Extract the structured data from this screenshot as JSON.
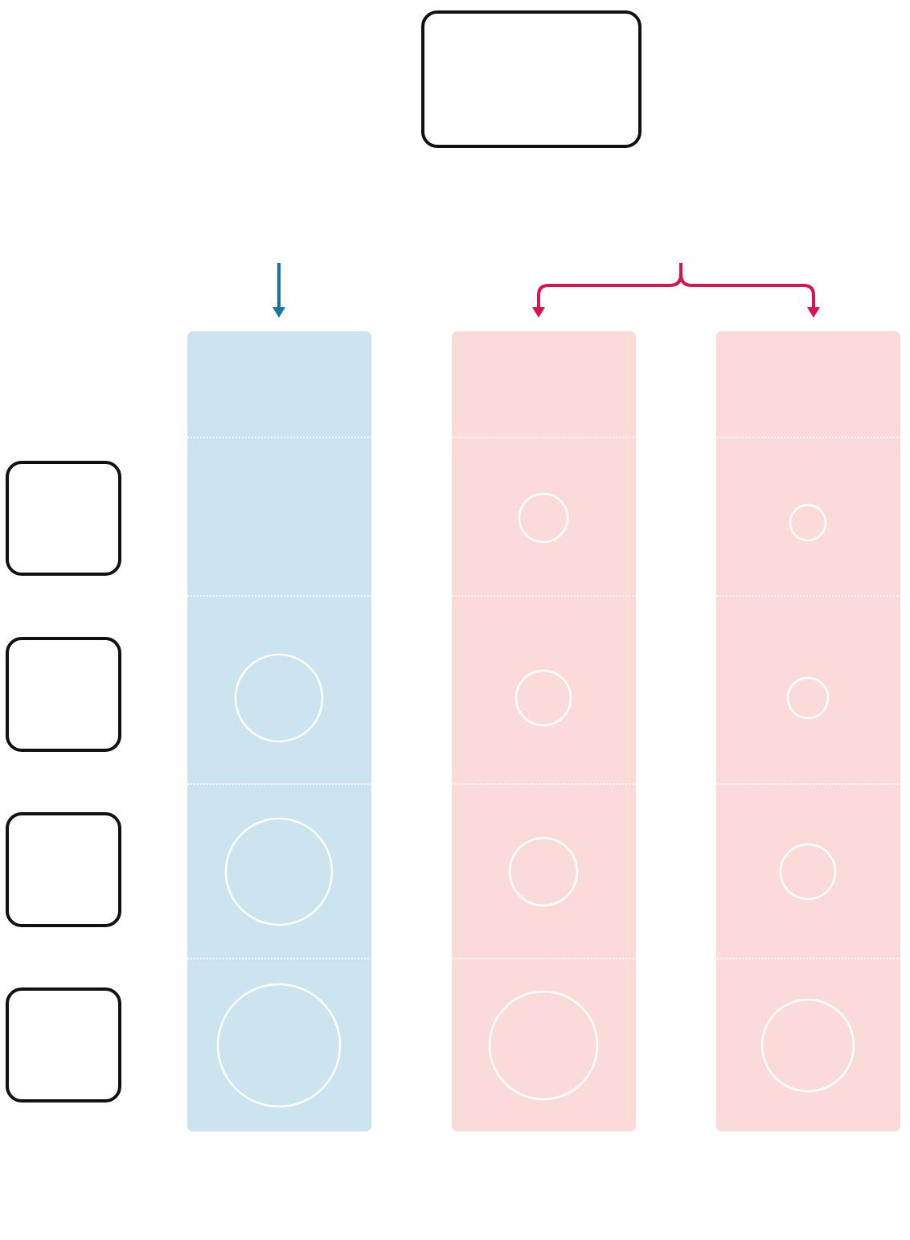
{
  "colors": {
    "outline": "#111111",
    "blue_column": "#cce4ef",
    "pink_column": "#fadbd9",
    "blue_arrow": "#1077a0",
    "pink_arrow": "#d8134f",
    "circle_stroke": "#ffffff",
    "divider": "#ffffff"
  },
  "icons": {
    "blue_arrow": "down-arrow",
    "pink_arrow": "branching-brace-arrow",
    "circle": "circle-outline"
  },
  "diagram": {
    "top_box_label": "",
    "row_labels": [
      "",
      "",
      "",
      ""
    ],
    "column_labels": [
      "",
      "",
      ""
    ]
  }
}
